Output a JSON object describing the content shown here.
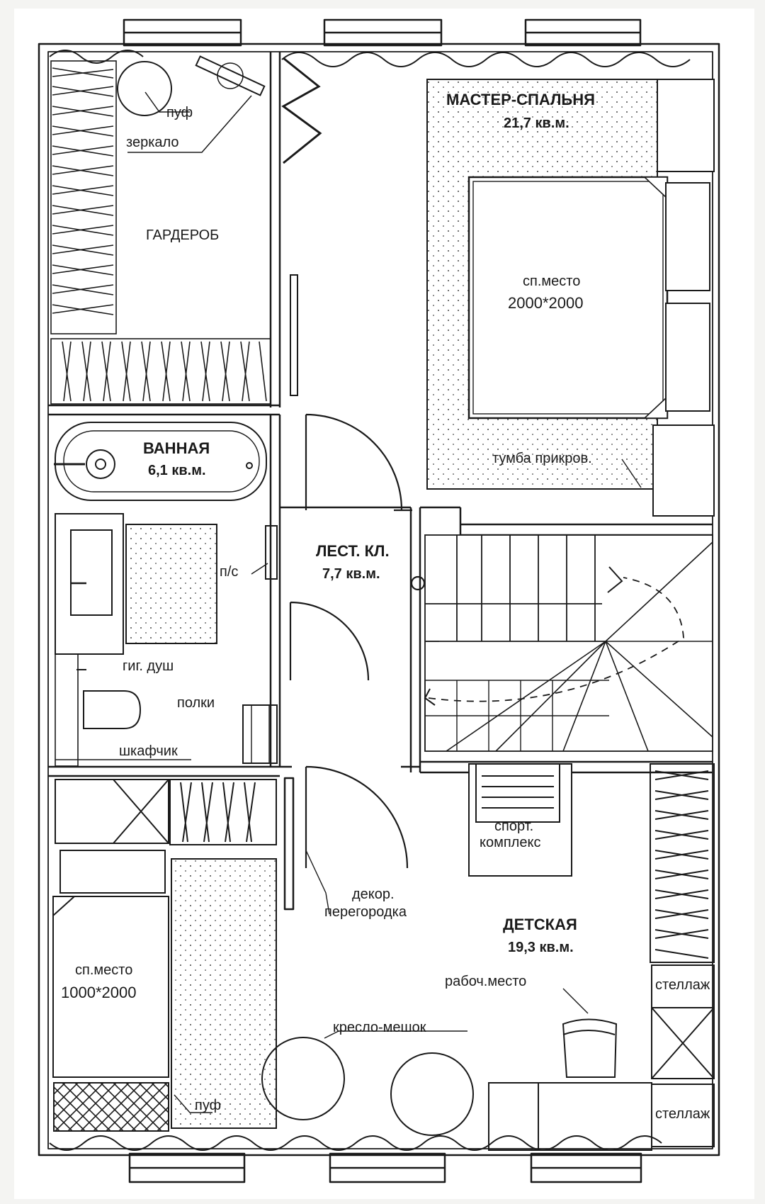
{
  "rooms": {
    "wardrobe": {
      "name": "ГАРДЕРОБ"
    },
    "master": {
      "name": "МАСТЕР-СПАЛЬНЯ",
      "area": "21,7 кв.м."
    },
    "bath": {
      "name": "ВАННАЯ",
      "area": "6,1 кв.м."
    },
    "stair": {
      "name": "ЛЕСТ. КЛ.",
      "area": "7,7 кв.м."
    },
    "kids": {
      "name": "ДЕТСКАЯ",
      "area": "19,3 кв.м."
    }
  },
  "labels": {
    "pouf_top": "пуф",
    "mirror": "зеркало",
    "master_bed_l1": "сп.место",
    "master_bed_l2": "2000*2000",
    "nightstand": "тумба прикров.",
    "washer": "п/с",
    "hyg_shower": "гиг. душ",
    "shelves": "полки",
    "cabinet": "шкафчик",
    "sport_l1": "спорт.",
    "sport_l2": "комплекс",
    "decor_l1": "декор.",
    "decor_l2": "перегородка",
    "kid_bed_l1": "сп.место",
    "kid_bed_l2": "1000*2000",
    "beanbag": "кресло-мешок",
    "workplace": "рабоч.место",
    "rack_top": "стеллаж",
    "rack_bottom": "стеллаж",
    "pouf_bottom": "пуф"
  },
  "colors": {
    "line": "#1a1a1a",
    "paper": "#ffffff",
    "background": "#f4f4f2"
  }
}
